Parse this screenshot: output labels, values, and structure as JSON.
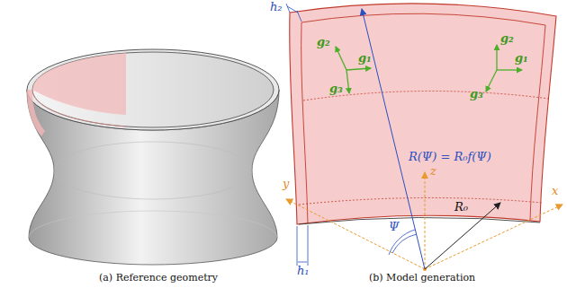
{
  "diagram": {
    "labels": [
      "h₂",
      "g₂",
      "g₁",
      "g₃",
      "g₂",
      "g₁",
      "g₃",
      "R(Ψ) = R₀f(Ψ)",
      "z",
      "y",
      "x",
      "Ψ",
      "R₀",
      "h₁",
      "(a) Reference geometry",
      "(b) Model generation"
    ]
  }
}
